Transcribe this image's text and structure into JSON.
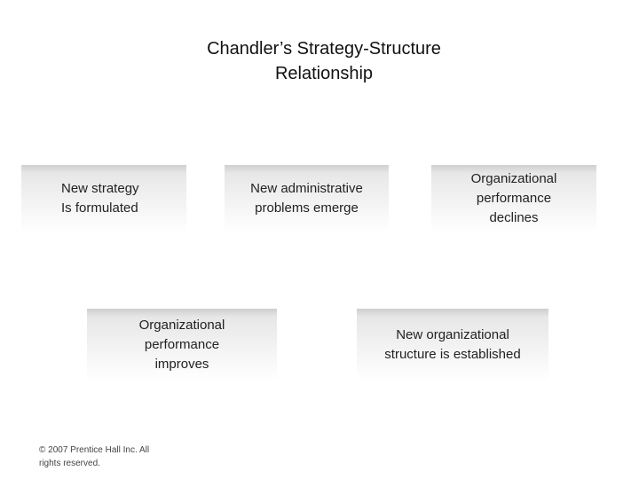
{
  "title": {
    "line1": "Chandler’s Strategy-Structure",
    "line2": "Relationship"
  },
  "boxes": {
    "new_strategy": "New strategy\nIs formulated",
    "admin_problems": "New administrative\nproblems emerge",
    "performance_declines": "Organizational\nperformance\ndeclines",
    "performance_improves": "Organizational\nperformance\nimproves",
    "new_structure": "New organizational\nstructure is established"
  },
  "footer": {
    "copyright": "© 2007 Prentice Hall Inc. All\nrights reserved."
  }
}
